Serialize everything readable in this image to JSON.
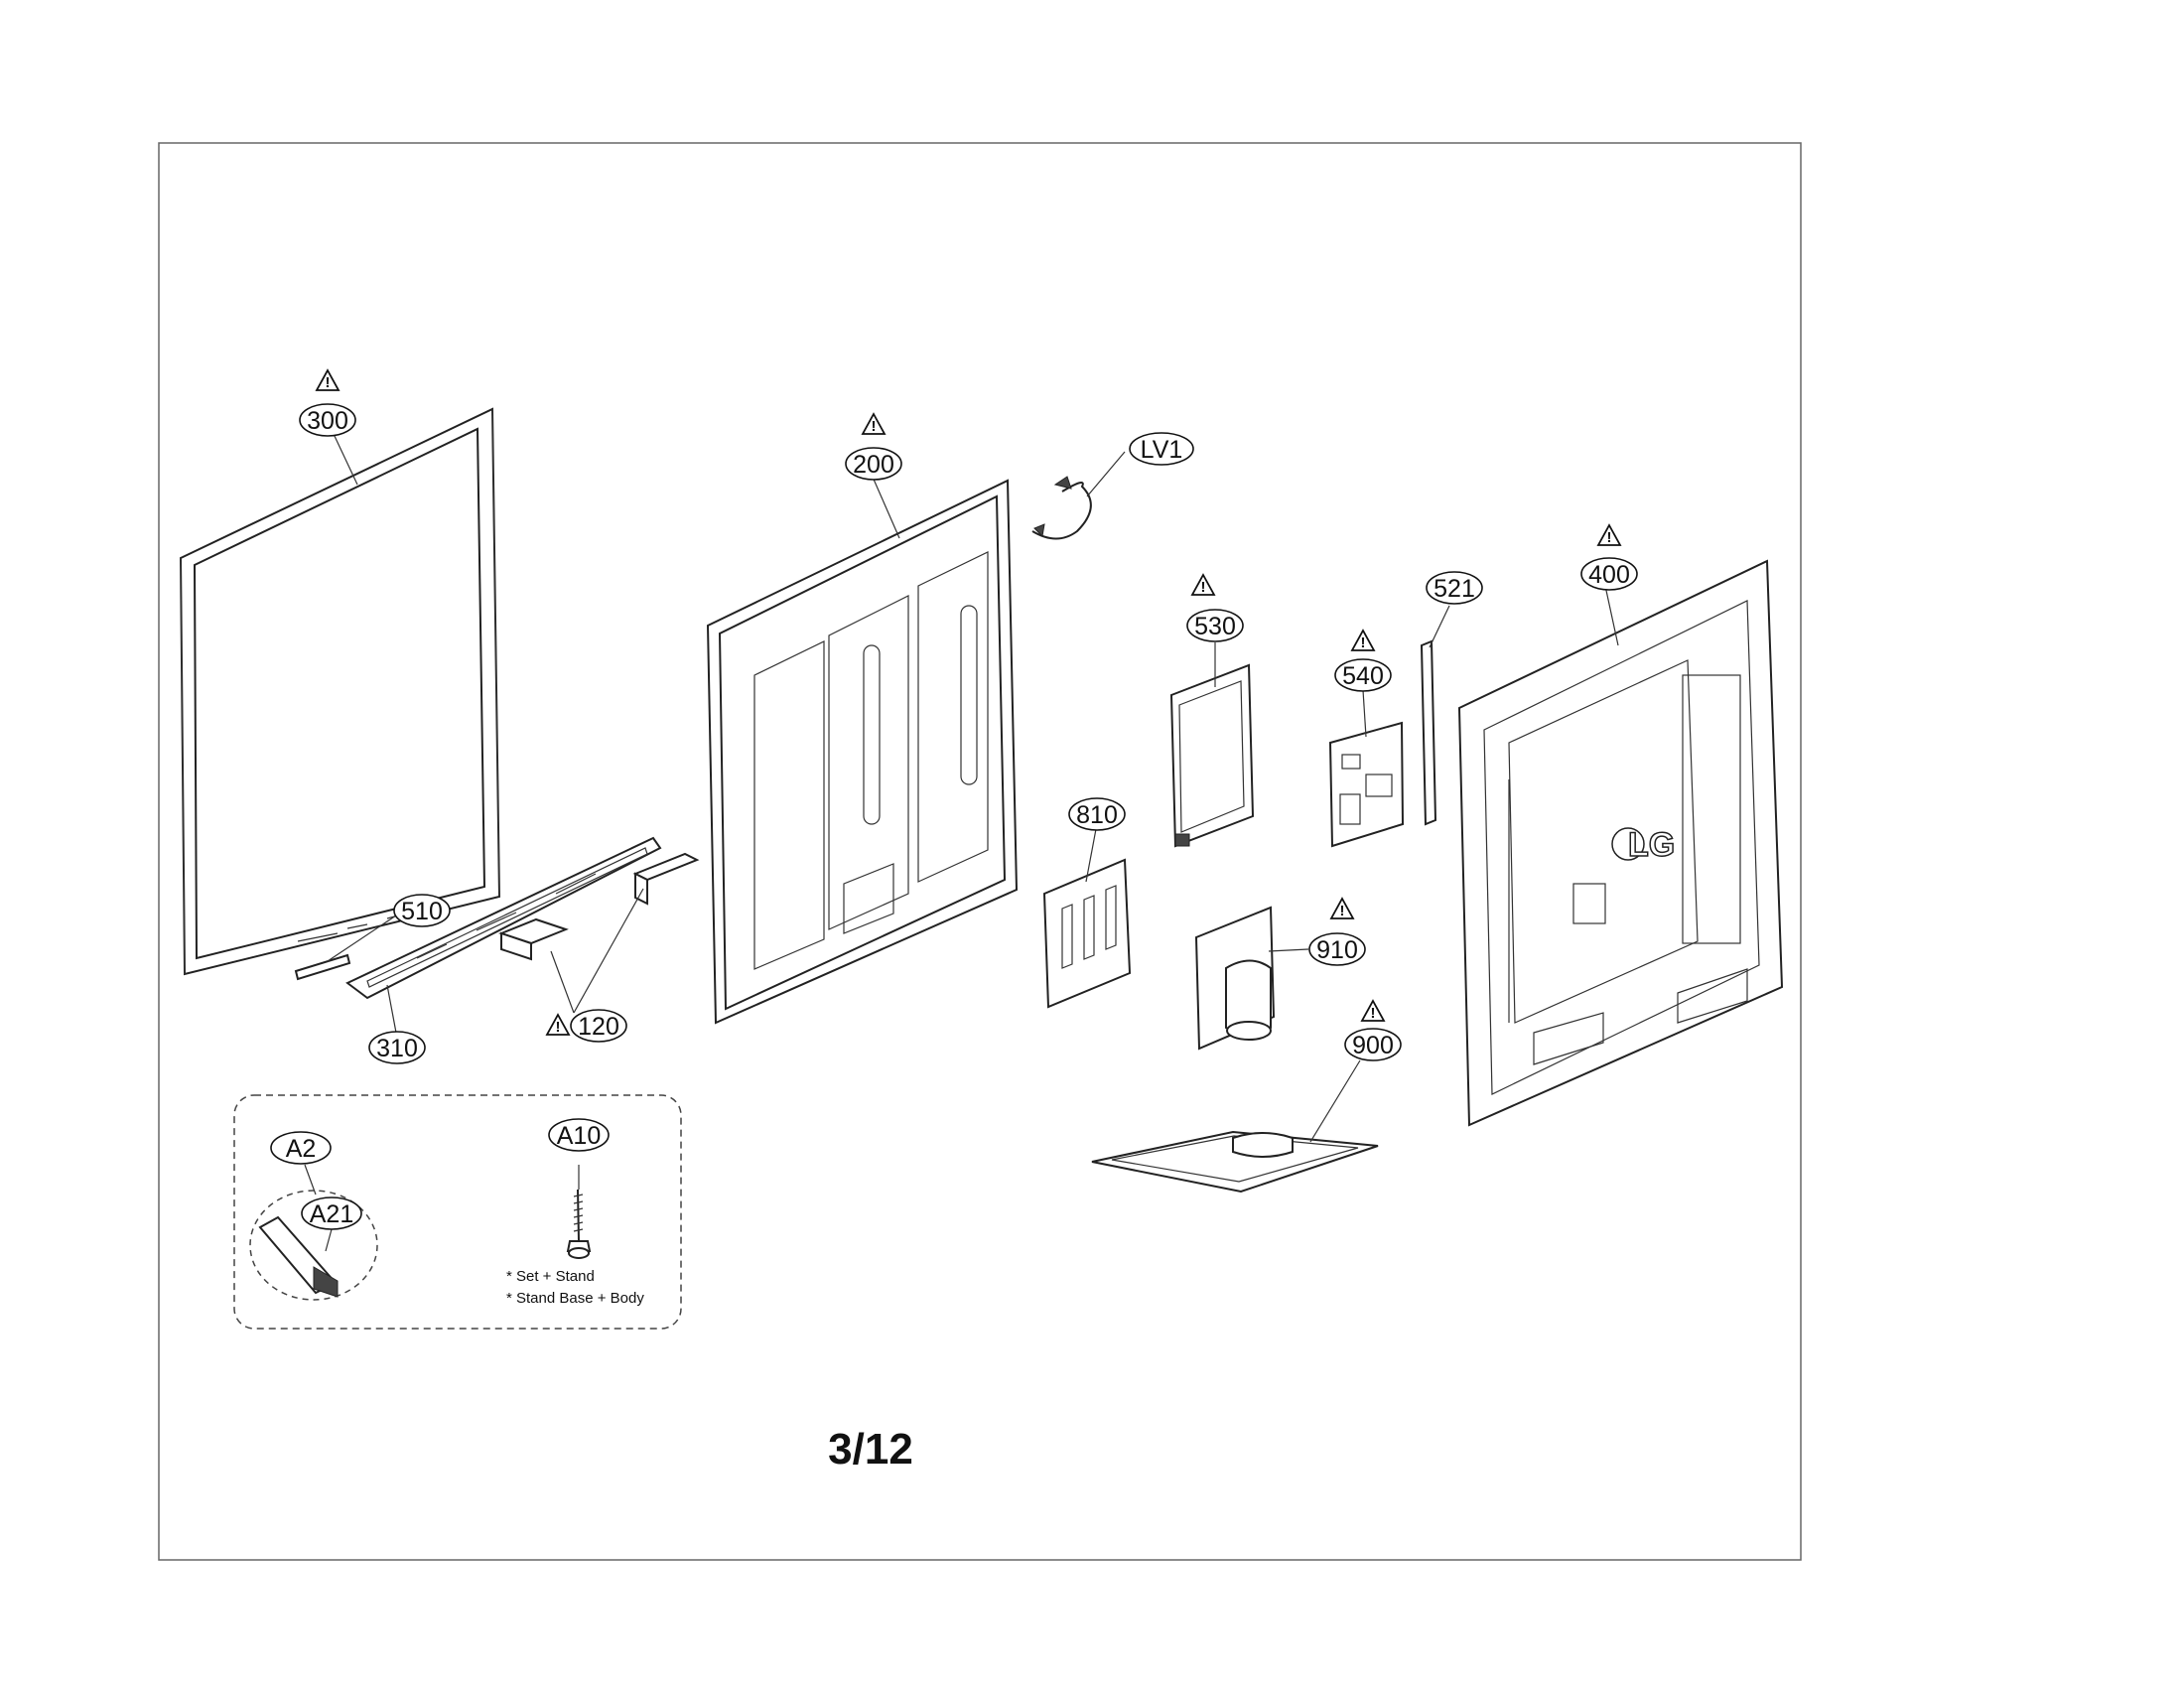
{
  "callouts": {
    "c300": "300",
    "c200": "200",
    "cLV1": "LV1",
    "c530": "530",
    "c521": "521",
    "c400": "400",
    "c540": "540",
    "c810": "810",
    "c510": "510",
    "c910": "910",
    "c310": "310",
    "c120": "120",
    "c900": "900",
    "cA2": "A2",
    "cA10": "A10",
    "cA21": "A21"
  },
  "notes": {
    "line1": "* Set + Stand",
    "line2": "* Stand Base + Body"
  },
  "page": "3/12",
  "logo": "LG"
}
